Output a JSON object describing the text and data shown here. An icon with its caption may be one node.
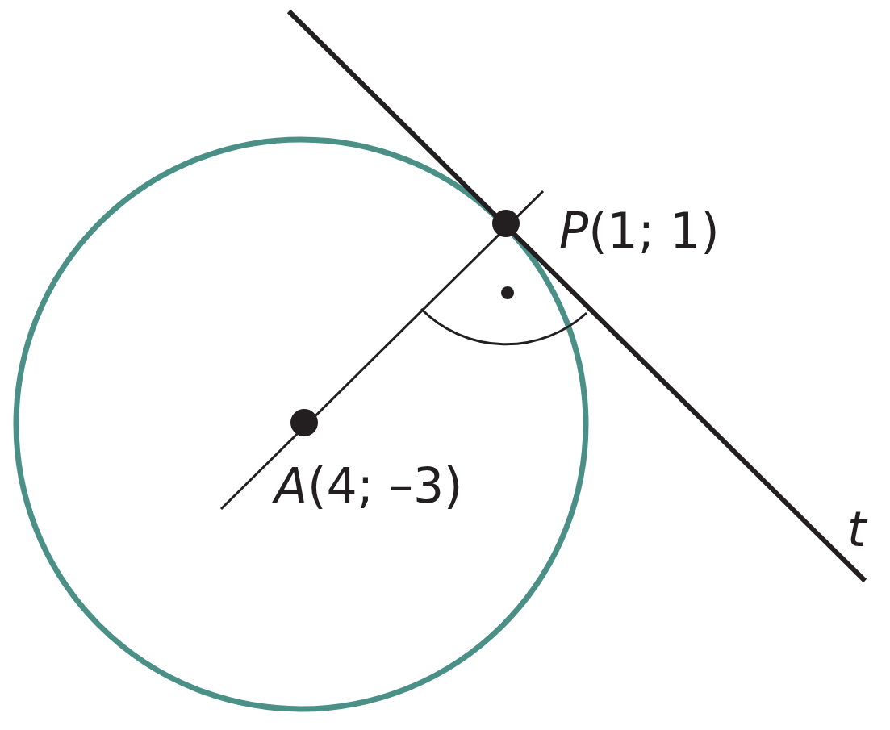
{
  "diagram": {
    "labels": [
      "*P*(1; 1)",
      "*A*(4; –3)",
      "*t*"
    ]
  }
}
